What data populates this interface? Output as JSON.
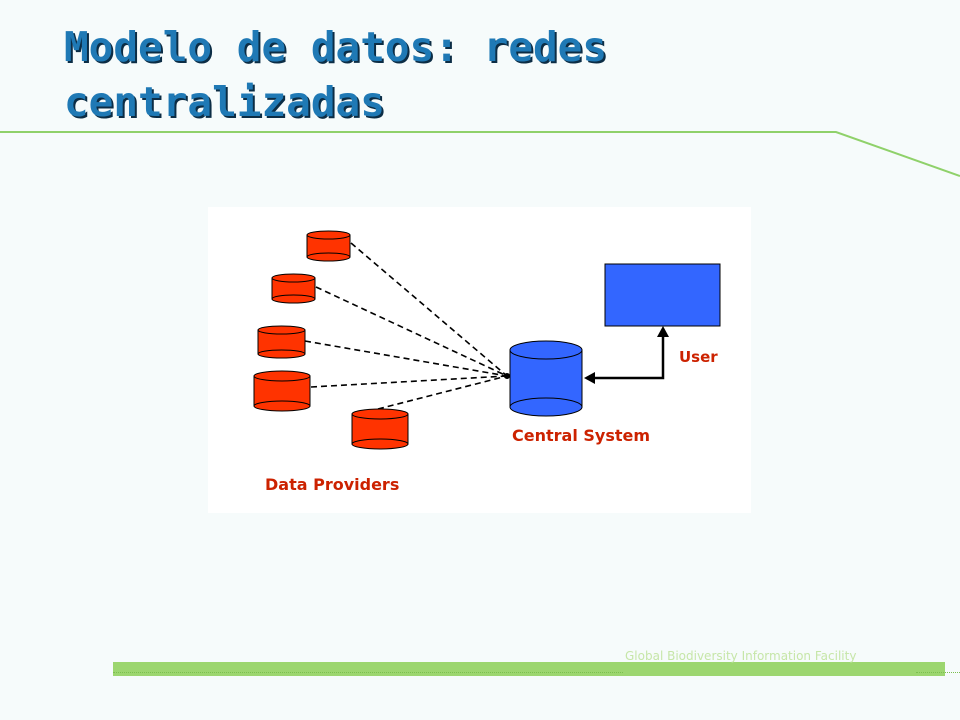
{
  "slide": {
    "title": "Modelo de datos: redes centralizadas",
    "footer": "Global Biodiversity Information Facility"
  },
  "diagram": {
    "central_label": "Central System",
    "providers_label": "Data Providers",
    "user_label": "User",
    "colors": {
      "provider": "#ff3300",
      "central": "#3366ff",
      "user": "#3366ff",
      "label": "#cc2200"
    }
  },
  "theme": {
    "title_color": "#1f79b5",
    "accent_green": "#9cd66f"
  }
}
